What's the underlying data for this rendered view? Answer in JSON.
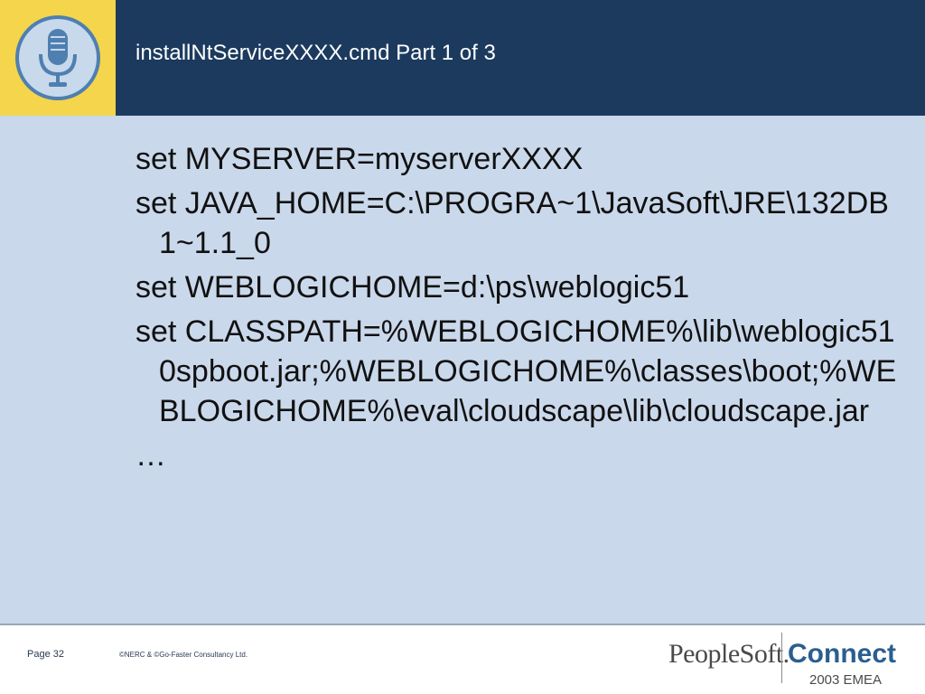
{
  "header": {
    "title": "installNtServiceXXXX.cmd Part 1 of 3",
    "logo_icon": "microphone-icon"
  },
  "content": {
    "bullets": [
      "set MYSERVER=myserverXXXX",
      "set JAVA_HOME=C:\\PROGRA~1\\JavaSoft\\JRE\\132DB1~1.1_0",
      "set WEBLOGICHOME=d:\\ps\\weblogic51",
      "set CLASSPATH=%WEBLOGICHOME%\\lib\\weblogic510spboot.jar;%WEBLOGICHOME%\\classes\\boot;%WEBLOGICHOME%\\eval\\cloudscape\\lib\\cloudscape.jar",
      "…"
    ]
  },
  "footer": {
    "page": "Page 32",
    "copyright": "©NERC & ©Go-Faster Consultancy Ltd.",
    "brand": {
      "peoplesoft": "PeopleSoft.",
      "connect": "Connect",
      "subtitle": "2003 EMEA"
    }
  },
  "colors": {
    "header_bg": "#1b3a5e",
    "logo_bg": "#f4d54c",
    "content_bg": "#cad8eb",
    "connect_blue": "#2a5e8f"
  }
}
